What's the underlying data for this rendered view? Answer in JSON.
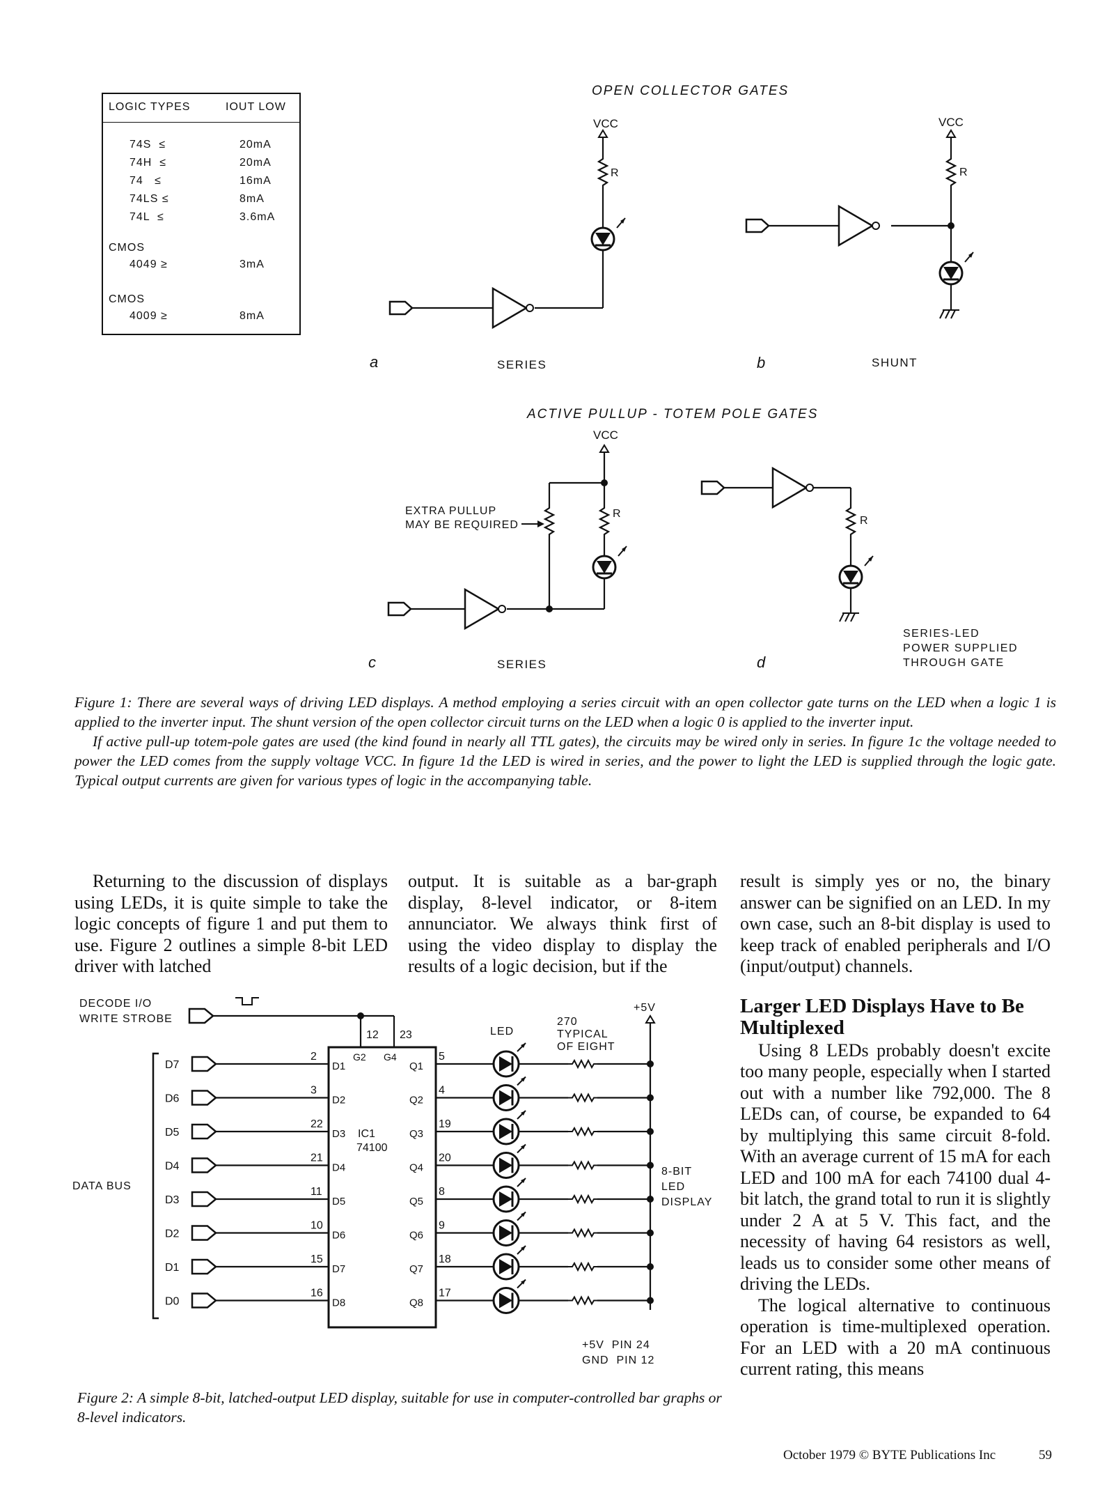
{
  "table": {
    "header_types": "LOGIC TYPES",
    "header_iout": "IOUT LOW",
    "rows": [
      {
        "type": "74S  ≤",
        "current": "20mA"
      },
      {
        "type": "74H  ≤",
        "current": "20mA"
      },
      {
        "type": "74   ≤",
        "current": "16mA"
      },
      {
        "type": "74LS ≤",
        "current": "8mA"
      },
      {
        "type": "74L  ≤",
        "current": "3.6mA"
      }
    ],
    "cmos1_group": "CMOS",
    "cmos1_type": "4049 ≥",
    "cmos1_current": "3mA",
    "cmos2_group": "CMOS",
    "cmos2_type": "4009 ≥",
    "cmos2_current": "8mA"
  },
  "fig1": {
    "oc_title": "OPEN COLLECTOR GATES",
    "ap_title": "ACTIVE PULLUP - TOTEM POLE GATES",
    "vcc": "VCC",
    "r": "R",
    "label_a": "a",
    "label_b": "b",
    "label_c": "c",
    "label_d": "d",
    "series": "SERIES",
    "shunt": "SHUNT",
    "extra_pullup_1": "EXTRA PULLUP",
    "extra_pullup_2": "MAY BE REQUIRED",
    "d_note_1": "SERIES-LED",
    "d_note_2": "POWER SUPPLIED",
    "d_note_3": "THROUGH GATE"
  },
  "caption1": {
    "p1": "Figure 1: There are several ways of driving LED displays. A method employing a series circuit with an open collector gate turns on the LED when a logic 1 is applied to the inverter input. The shunt version of the open collector circuit turns on the LED when a logic 0 is applied to the inverter input.",
    "p2": "If active pull-up totem-pole gates are used (the kind found in nearly all TTL gates), the circuits may be wired only in series. In figure 1c the voltage needed to power the LED comes from the supply voltage VCC. In figure 1d the LED is wired in series, and the power to light the LED is supplied through the logic gate. Typical output currents are given for various types of logic in the accompanying table."
  },
  "column1": {
    "p1": "Returning to the discussion of displays using LEDs, it is quite simple to take the logic concepts of figure 1 and put them to use. Figure 2 outlines a simple 8-bit LED driver with latched"
  },
  "column2": {
    "p1": "output. It is suitable as a bar-graph display, 8-level indicator, or 8-item annunciator. We always think first of using the video display to display the results of a logic decision, but if the"
  },
  "column3": {
    "p1": "result is simply yes or no, the binary answer can be signified on an LED. In my own case, such an 8-bit display is used to keep track of enabled peripherals and I/O (input/output) channels.",
    "heading": "Larger LED Displays Have to Be Multiplexed",
    "p2": "Using 8 LEDs probably doesn't excite too many people, especially when I started out with a number like 792,000. The 8 LEDs can, of course, be expanded to 64 by multiplying this same circuit 8-fold. With an average current of 15 mA for each LED and 100 mA for each 74100 dual 4-bit latch, the grand total to run it is slightly under 2 A at 5 V. This fact, and the necessity of having 64 resistors as well, leads us to consider some other means of driving the LEDs.",
    "p3": "The logical alternative to continuous operation is time-multiplexed operation. For an LED with a 20 mA continuous current rating, this means"
  },
  "fig2": {
    "decode_1": "DECODE I/O",
    "decode_2": "WRITE STROBE",
    "data_bus": "DATA BUS",
    "inputs": [
      "D7",
      "D6",
      "D5",
      "D4",
      "D3",
      "D2",
      "D1",
      "D0"
    ],
    "in_pins": [
      "2",
      "3",
      "22",
      "21",
      "11",
      "10",
      "15",
      "16"
    ],
    "chip_d": [
      "D1",
      "D2",
      "D3",
      "D4",
      "D5",
      "D6",
      "D7",
      "D8"
    ],
    "chip_q": [
      "Q1",
      "Q2",
      "Q3",
      "Q4",
      "Q5",
      "Q6",
      "Q7",
      "Q8"
    ],
    "out_pins": [
      "5",
      "4",
      "19",
      "20",
      "8",
      "9",
      "18",
      "17"
    ],
    "pin12": "12",
    "pin23": "23",
    "g2": "G2",
    "g4": "G4",
    "ic_name": "IC1",
    "ic_part": "74100",
    "led": "LED",
    "res_1": "270",
    "res_2": "TYPICAL",
    "res_3": "OF EIGHT",
    "plus5v": "+5V",
    "display_1": "8-BIT",
    "display_2": "LED",
    "display_3": "DISPLAY",
    "power_1": "+5V  PIN 24",
    "power_2": "GND  PIN 12"
  },
  "caption2": "Figure 2: A simple 8-bit, latched-output LED display, suitable for use in computer-controlled bar graphs or 8-level indicators.",
  "footer": "October 1979 © BYTE Publications Inc",
  "page_number": "59"
}
